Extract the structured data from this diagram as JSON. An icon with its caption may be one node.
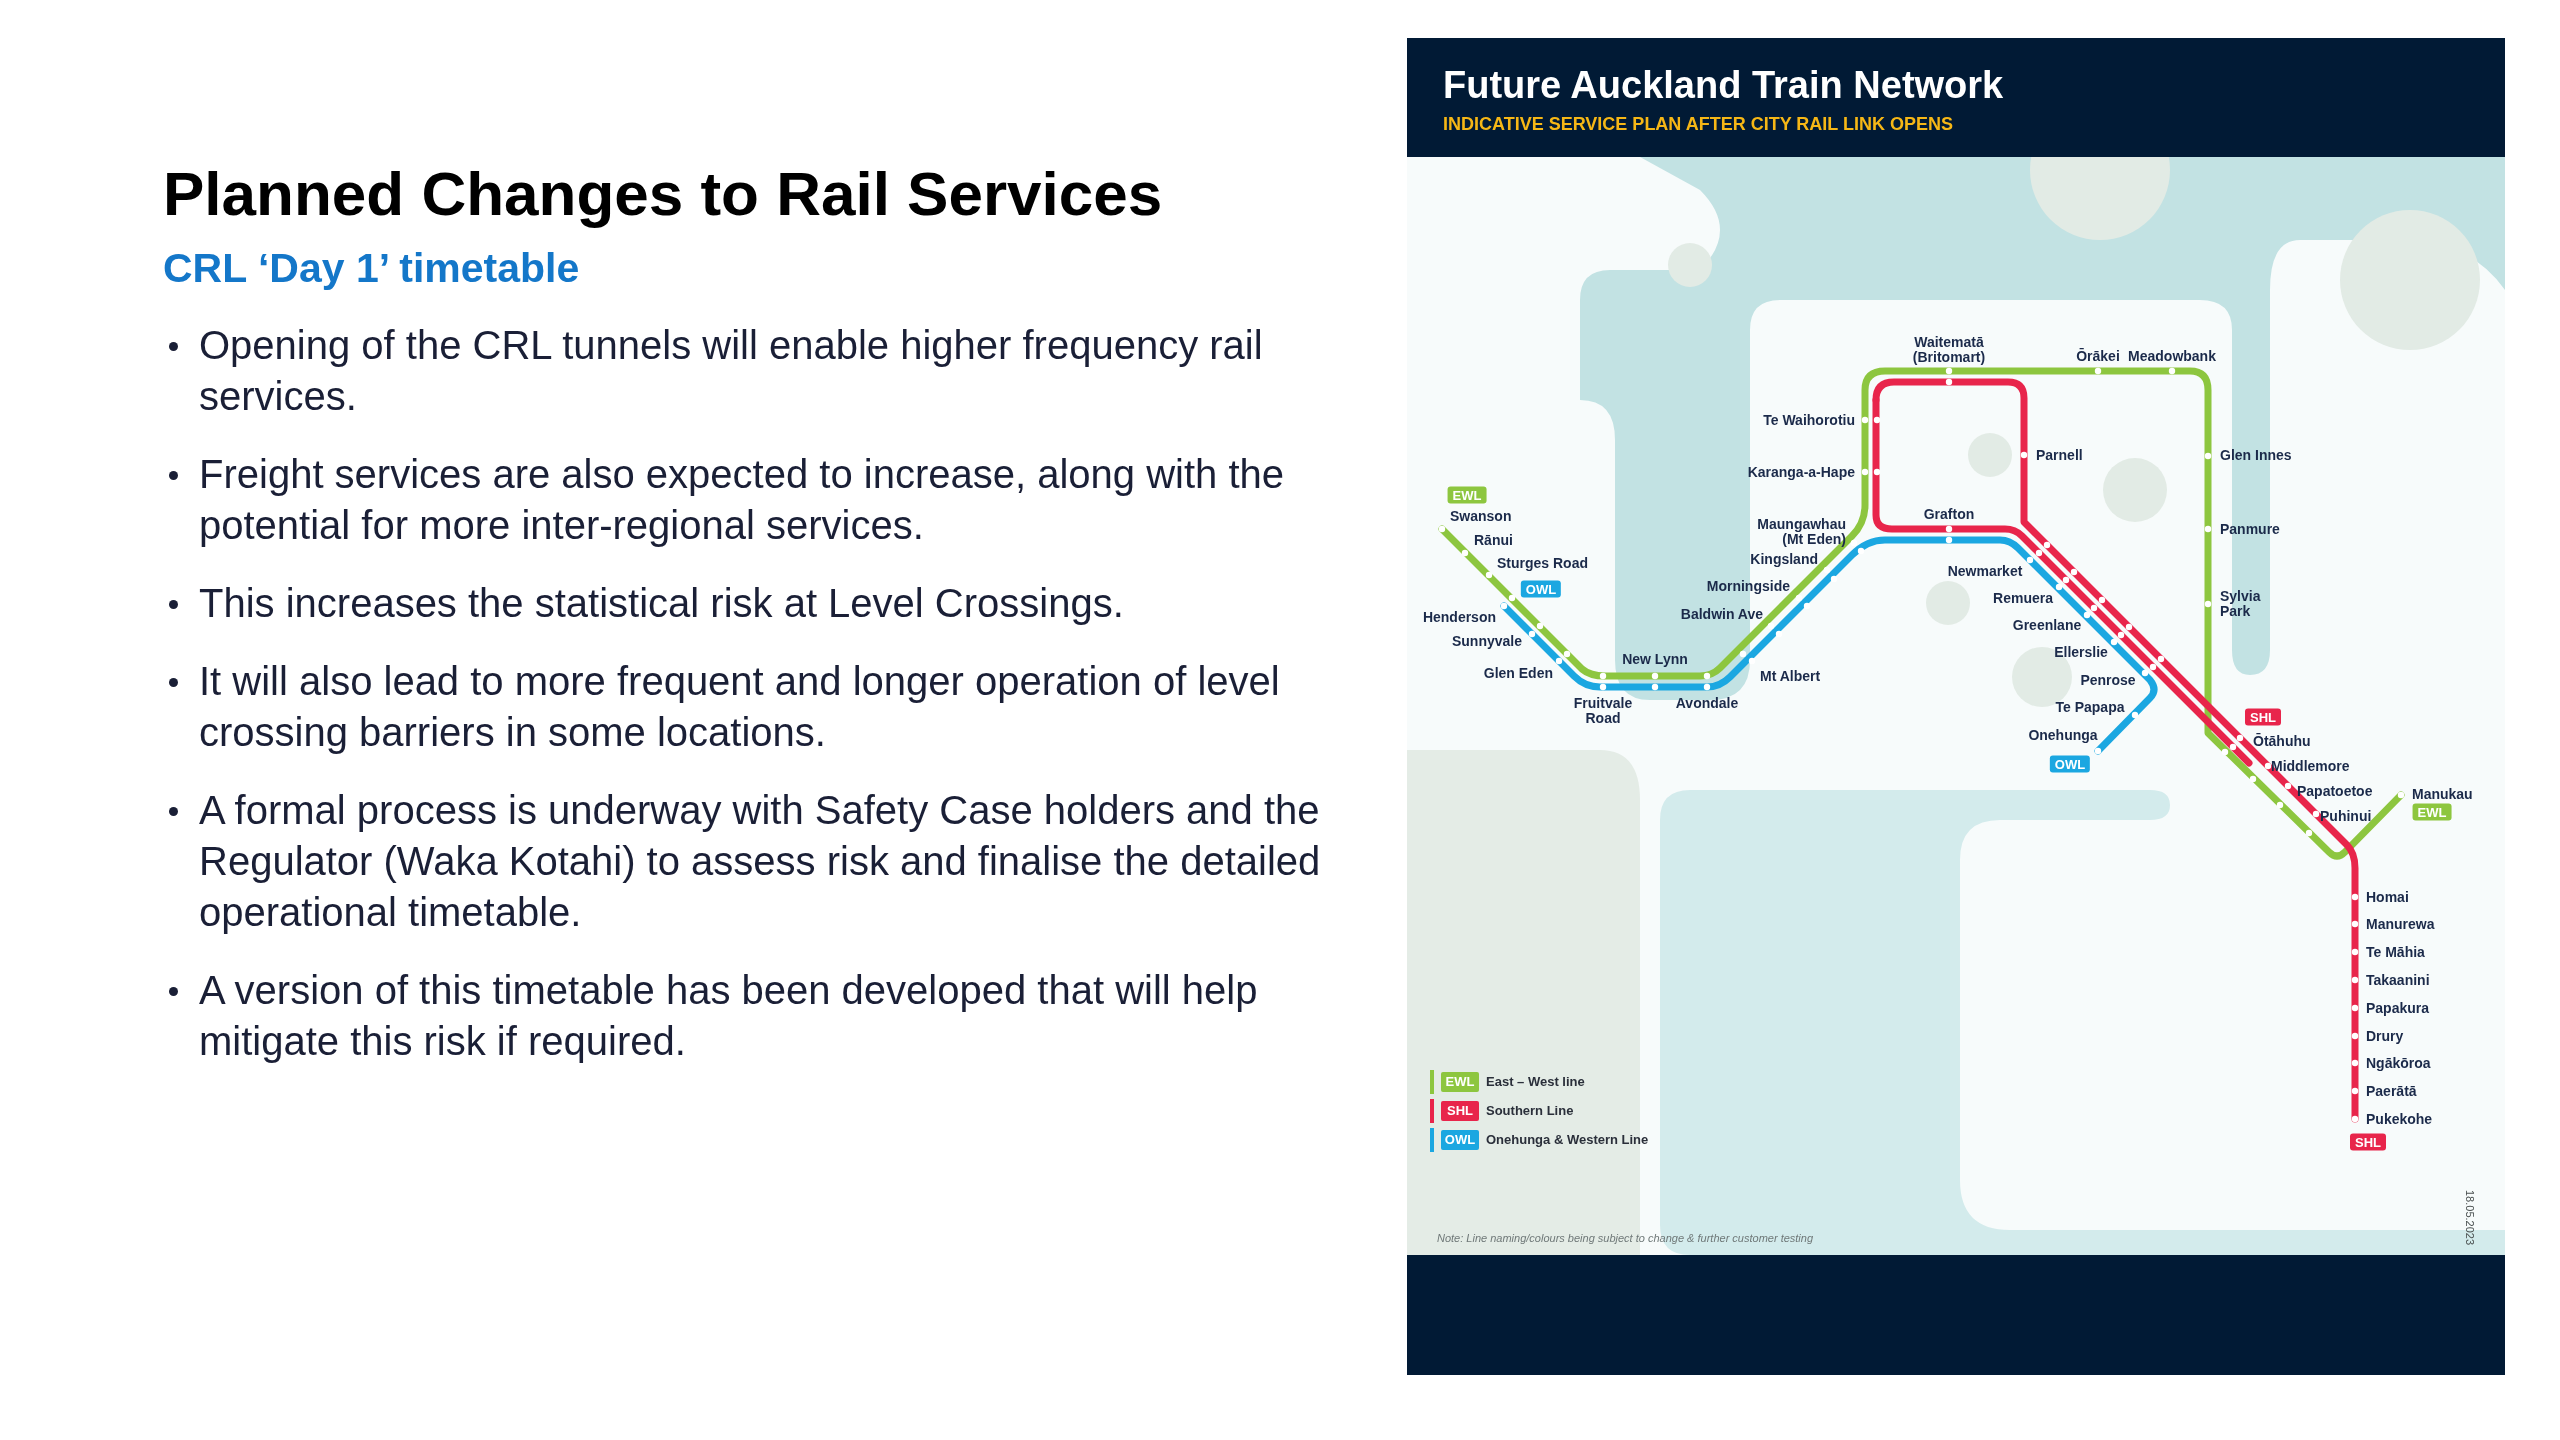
{
  "diagram": {
    "title": "Planned Changes to Rail Services",
    "labels": [
      "CRL ‘Day 1’ timetable",
      "Opening of the CRL tunnels will enable higher frequency rail services.",
      "Freight services are also expected to increase, along with the potential for more inter-regional services.",
      "This increases the statistical risk at Level Crossings.",
      "It will also lead to more frequent and longer operation of level crossing barriers in some locations.",
      "A formal process is underway with Safety Case holders and the Regulator (Waka Kotahi) to assess risk and finalise the detailed operational timetable.",
      "A version of this timetable has been developed that will help mitigate this risk if required.",
      "Future Auckland Train Network",
      "INDICATIVE SERVICE PLAN AFTER CITY RAIL LINK OPENS",
      "Waitematā (Britomart)",
      "Ōrākei",
      "Meadowbank",
      "Te Waihorotiu",
      "Parnell",
      "Glen Innes",
      "Karanga-a-Hape",
      "EWL",
      "Swanson",
      "Grafton",
      "Panmure",
      "Rānui",
      "Maungawhau (Mt Eden)",
      "Sturges Road",
      "Kingsland",
      "Newmarket",
      "OWL",
      "Morningside",
      "Remuera",
      "Sylvia Park",
      "Henderson",
      "Baldwin Ave",
      "Greenlane",
      "Sunnyvale",
      "Ellerslie",
      "New Lynn",
      "Penrose",
      "Glen Eden",
      "Mt Albert",
      "Fruitvale Road",
      "Avondale",
      "Te Papapa",
      "SHL",
      "Ōtāhuhu",
      "Onehunga",
      "Middlemore",
      "OWL",
      "Papatoetoe",
      "Manukau",
      "EWL",
      "Puhinui",
      "Homai",
      "Manurewa",
      "Te Māhia",
      "Takaanini",
      "Papakura",
      "Drury",
      "Ngākōroa",
      "Paerātā",
      "Pukekohe",
      "SHL",
      "EWL",
      "SHL",
      "OWL",
      "Note: Line naming/colours being subject to change & further customer testing",
      "18.05.2023"
    ],
    "legend": [
      {
        "text": "East – West line",
        "color": "#8dc63f"
      },
      {
        "text": "Southern Line",
        "color": "#e8254b"
      },
      {
        "text": "Onehunga & Western Line",
        "color": "#1ba7e1"
      }
    ]
  }
}
